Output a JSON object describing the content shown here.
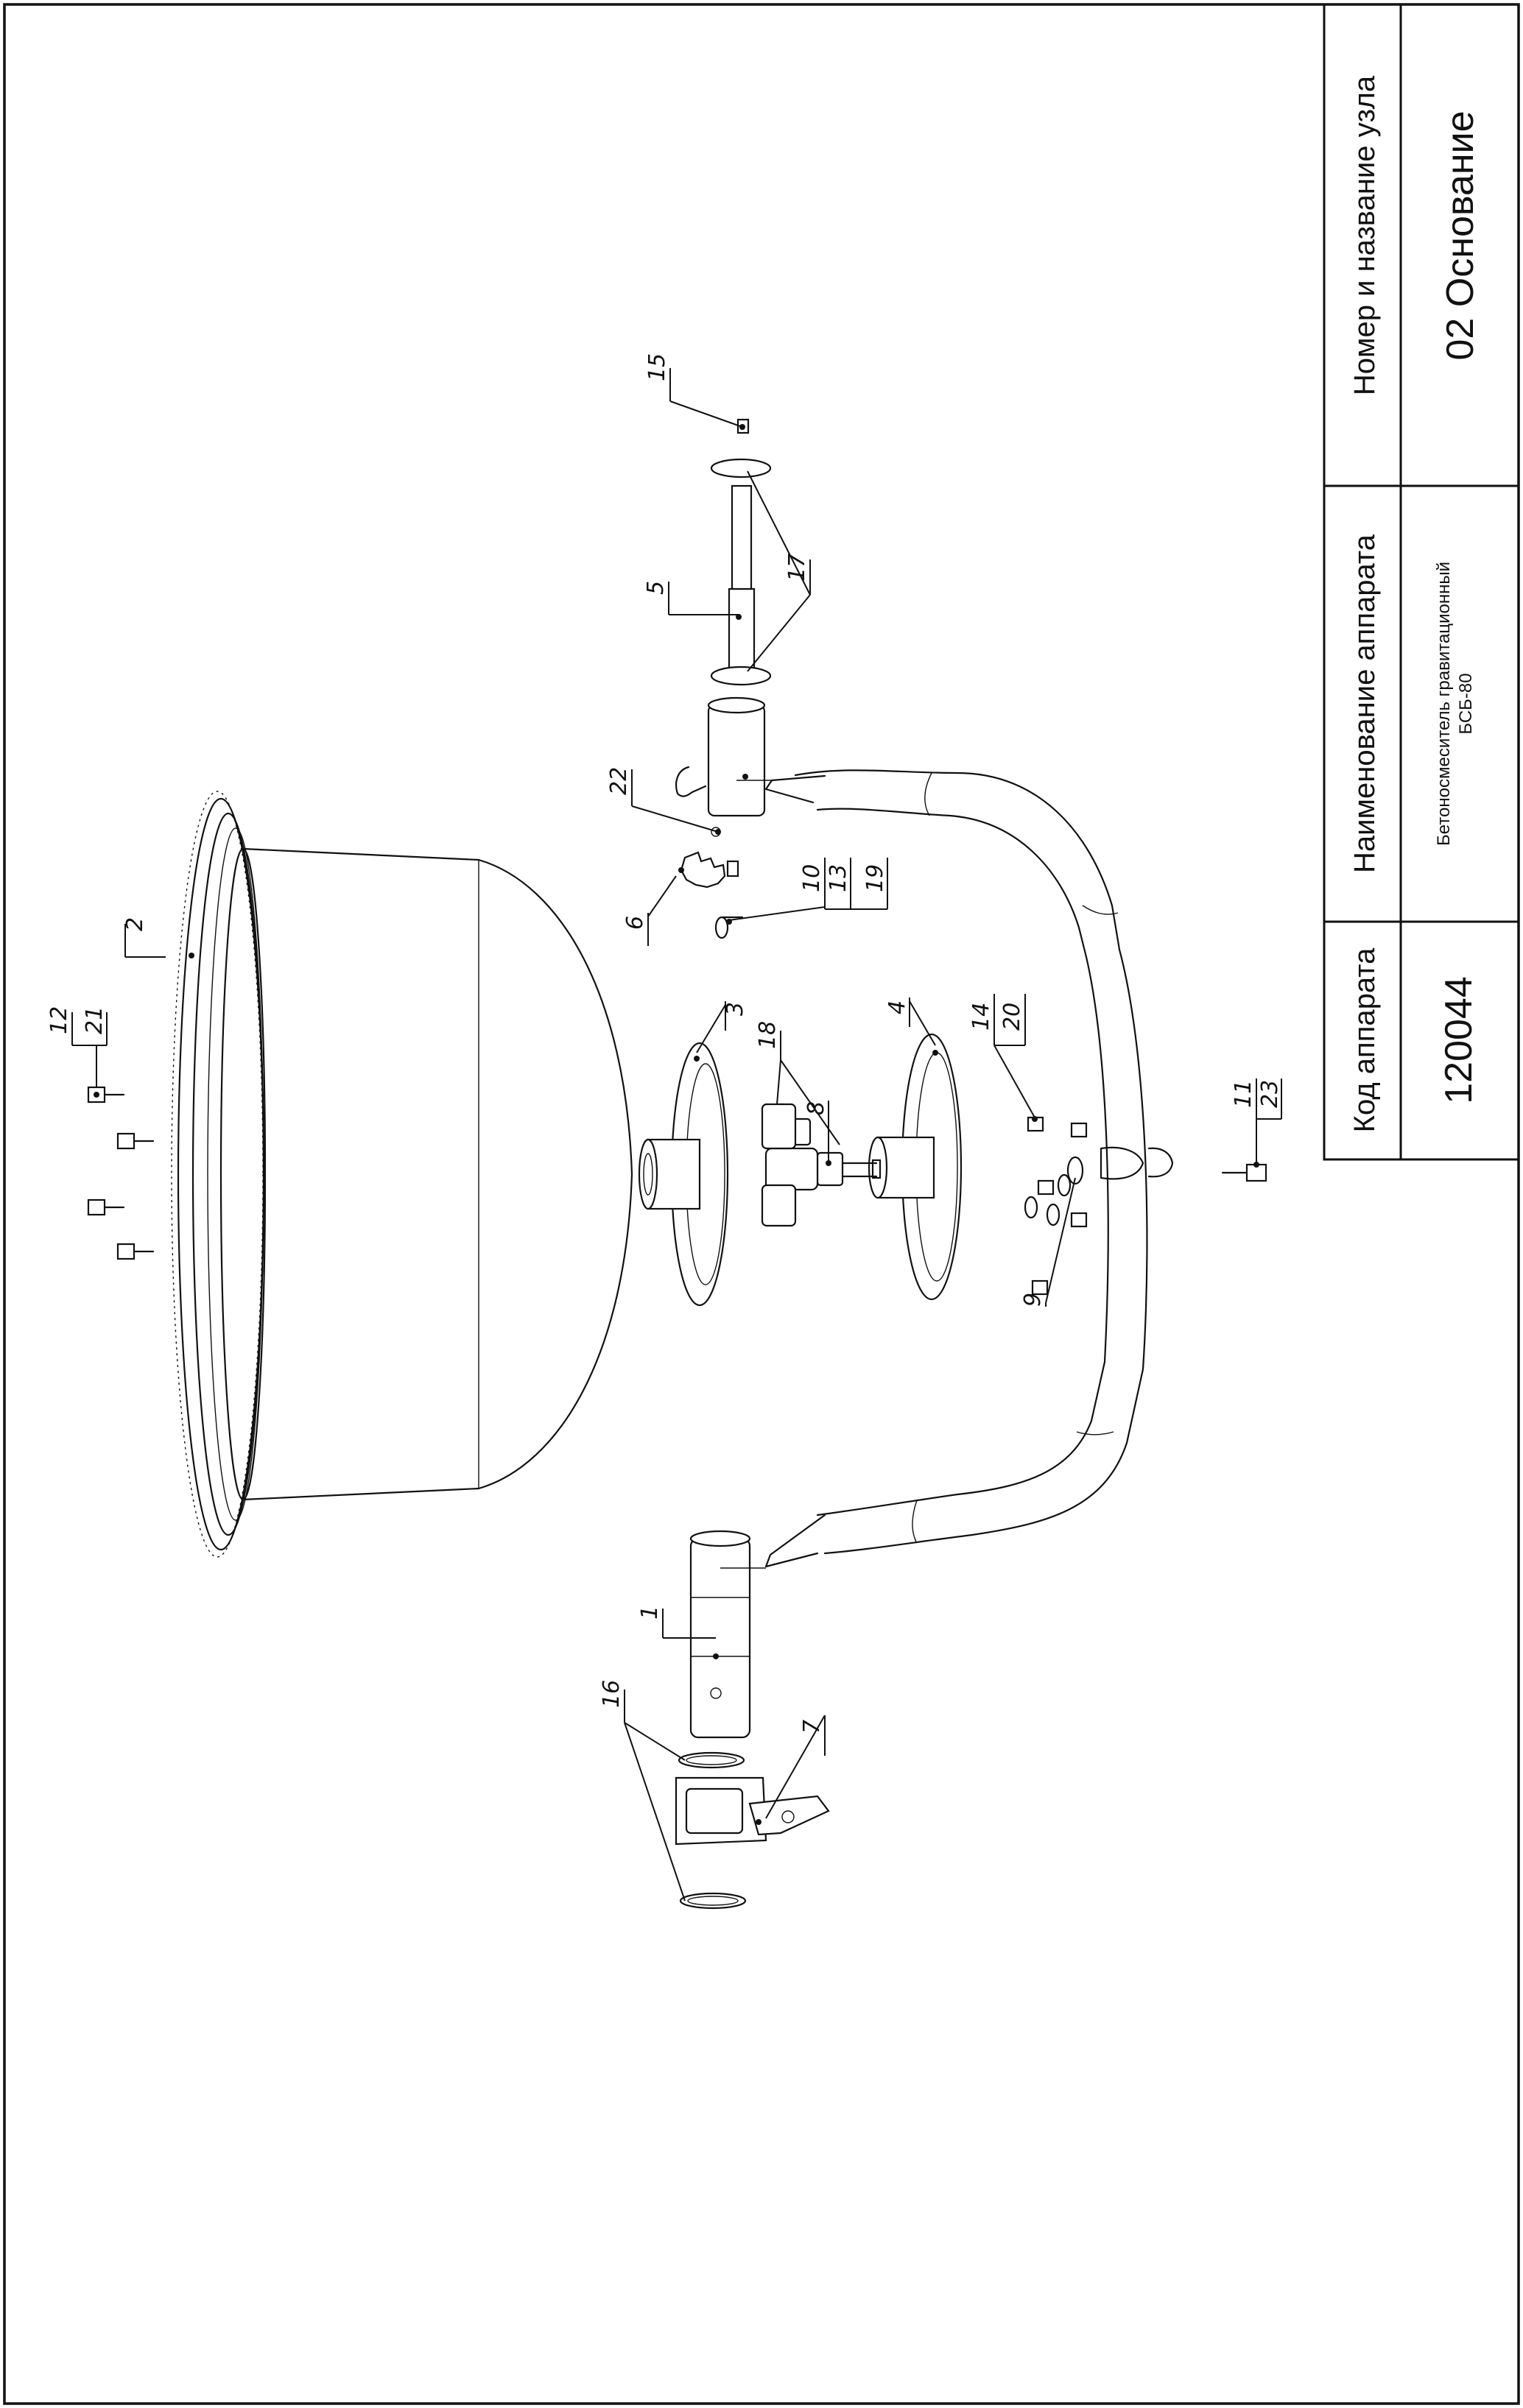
{
  "title_block": {
    "col_code": {
      "header": "Код аппарата",
      "value": "120044"
    },
    "col_name": {
      "header": "Наименование аппарата",
      "value_line1": "Бетоносмеситель гравитационный",
      "value_line2": "БСБ-80"
    },
    "col_node": {
      "header": "Номер и название узла",
      "value": "02 Основание"
    }
  },
  "callouts": {
    "c1": "1",
    "c2": "2",
    "c3": "3",
    "c4": "4",
    "c5": "5",
    "c6": "6",
    "c7": "7",
    "c8": "8",
    "c9": "9",
    "c10": "10",
    "c11": "11",
    "c12": "12",
    "c13": "13",
    "c14": "14",
    "c15": "15",
    "c16": "16",
    "c17": "17",
    "c18": "18",
    "c19": "19",
    "c20": "20",
    "c21": "21",
    "c22": "22",
    "c23": "23"
  }
}
